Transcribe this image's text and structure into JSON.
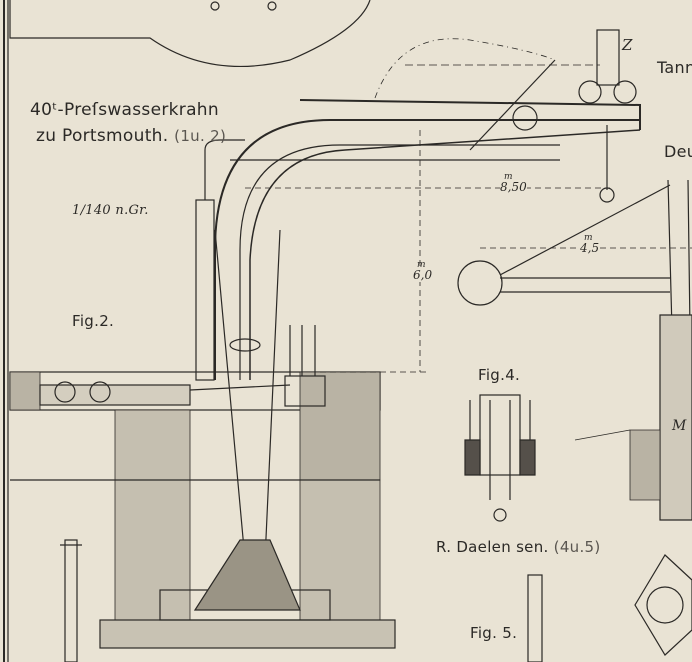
{
  "title": {
    "line1": "40ᵗ-Preſswasserkrahn",
    "line2": "zu Portsmouth.",
    "ref": "(1u. 2)"
  },
  "scale": "1/140 n.Gr.",
  "figures": {
    "fig2": "Fig.2.",
    "fig4": "Fig.4.",
    "fig5": "Fig. 5."
  },
  "author": {
    "name": "R. Daelen sen.",
    "ref": "(4u.5)"
  },
  "cut_labels": {
    "tann": "Tann",
    "deut": "Deut"
  },
  "marks": {
    "z": "Z",
    "m": "M"
  },
  "dimensions": {
    "unit": "m",
    "span": "8,50",
    "height": "6,0",
    "reach": "4,5"
  },
  "colors": {
    "paper": "#e9e3d4",
    "ink": "#2b2926"
  }
}
